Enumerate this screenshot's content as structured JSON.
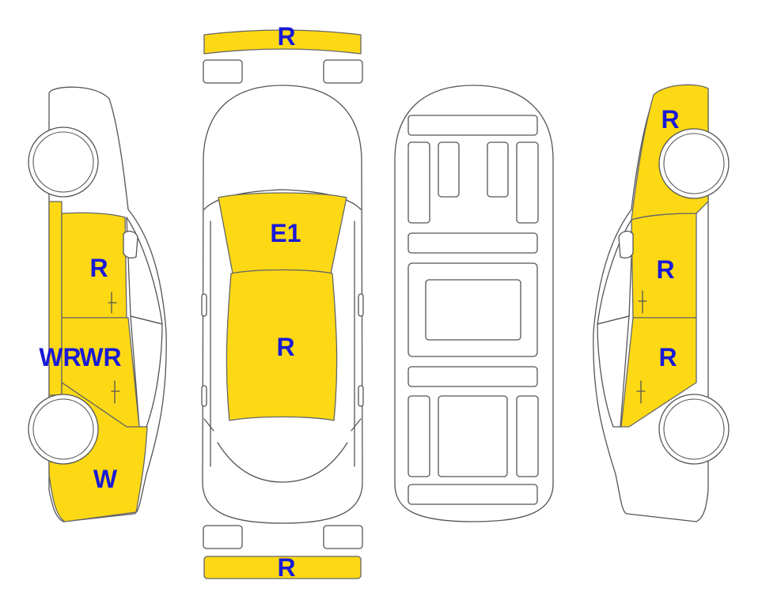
{
  "colors": {
    "damage_fill": "#fcd914",
    "label_text": "#1a1ad6",
    "outline": "#555555"
  },
  "labels": {
    "front_bumper": "R",
    "hood": "E1",
    "roof": "R",
    "rear_bumper": "R",
    "left_front_door": "R",
    "left_front_fender": "WR",
    "left_rear_door": "WR",
    "left_rear_quarter": "W",
    "right_rear_quarter": "R",
    "right_rear_door": "R",
    "right_front_door": "R"
  }
}
